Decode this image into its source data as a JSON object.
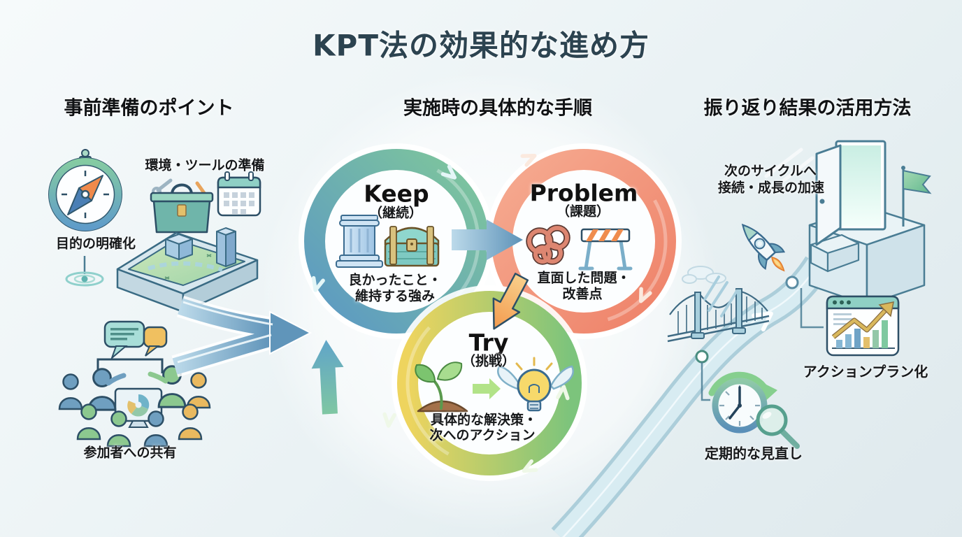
{
  "title": "KPT法の効果的な進め方",
  "sections": {
    "preparation": {
      "heading": "事前準備のポイント",
      "items": [
        {
          "label": "目的の明確化",
          "icon": "compass-icon"
        },
        {
          "label": "環境・ツールの準備",
          "icons": [
            "toolbox-icon",
            "calendar-icon",
            "platform-icon"
          ]
        },
        {
          "label": "参加者への共有",
          "icon": "meeting-icon"
        }
      ]
    },
    "execution": {
      "heading": "実施時の具体的な手順",
      "steps": [
        {
          "name": "Keep",
          "reading": "（継続）",
          "desc1": "良かったこと・",
          "desc2": "維持する強み",
          "icons": [
            "pillar-icon",
            "treasure-chest-icon"
          ],
          "ring_color_start": "#5b98c4",
          "ring_color_end": "#7fc79b"
        },
        {
          "name": "Problem",
          "reading": "（課題）",
          "desc1": "直面した問題・",
          "desc2": "改善点",
          "icons": [
            "tangled-knot-icon",
            "barrier-icon"
          ],
          "ring_color_start": "#f6ab91",
          "ring_color_end": "#ee8168"
        },
        {
          "name": "Try",
          "reading": "（挑戦）",
          "desc1": "具体的な解決策・",
          "desc2": "次へのアクション",
          "icons": [
            "sprout-icon",
            "winged-bulb-icon"
          ],
          "ring_color_start": "#eed45e",
          "ring_color_end": "#7cc47c"
        }
      ]
    },
    "utilization": {
      "heading": "振り返り結果の活用方法",
      "items": [
        {
          "label_line1": "次のサイクルへ",
          "label_line2": "接続・成長の加速",
          "icons": [
            "rocket-icon",
            "open-door-icon",
            "flag-icon",
            "bridge-icon",
            "road-icon"
          ]
        },
        {
          "label": "アクションプラン化",
          "icon": "chart-window-icon"
        },
        {
          "label": "定期的な見直し",
          "icons": [
            "clock-icon",
            "magnifier-icon"
          ]
        }
      ]
    }
  },
  "colors": {
    "title_text": "#2c4350",
    "body_text": "#16181a",
    "keep_ring": "#5b98c4",
    "problem_ring": "#ee8168",
    "try_ring_yellow": "#eed45e",
    "try_ring_green": "#7cc47c",
    "arrow_blue": "#6095ba",
    "arrow_orange": "#f29a4e",
    "arrow_teal": "#6fbfa4",
    "background": "#edf4f6"
  }
}
